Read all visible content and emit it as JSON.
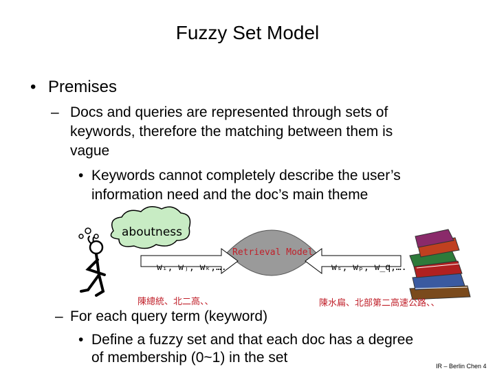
{
  "slide": {
    "title": "Fuzzy Set Model",
    "bullet1": "Premises",
    "sub1": [
      "Docs and queries are represented through sets of",
      "keywords, therefore the matching between them is",
      "vague"
    ],
    "sub1_bullet": [
      "Keywords cannot completely describe the user’s",
      "information need and the doc’s main theme"
    ],
    "sub2": "For each query term (keyword)",
    "sub2_bullet": [
      "Define a fuzzy set and that each doc has a degree",
      "of membership (0~1) in the set"
    ],
    "footer": "IR – Berlin Chen 4"
  },
  "diagram": {
    "bubble": "aboutness",
    "model_label": "Retrieval Model",
    "query_terms": "wᵢ, wⱼ, wₖ,….",
    "doc_terms": "wₛ, wₚ, w_q,….",
    "left_chinese": "陳總統、北二高、、",
    "right_chinese": "陳水扁、北部第二高速公路、、"
  },
  "colors": {
    "accent_red": "#c0202a",
    "bubble_fill": "#c8ecc4",
    "lens_fill": "#9a9a9a"
  }
}
